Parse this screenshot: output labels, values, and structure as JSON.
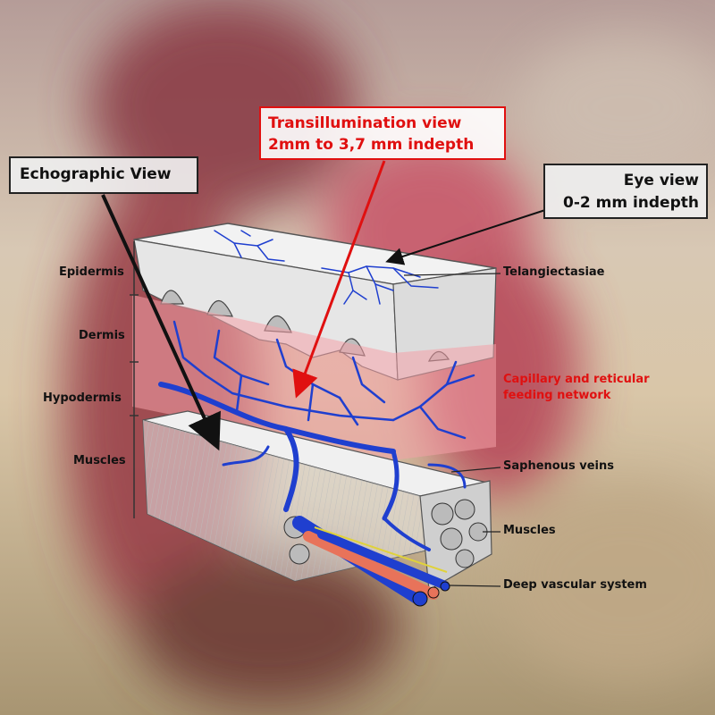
{
  "callouts": {
    "transillumination": {
      "line1": "Transillumination view",
      "line2": "2mm to 3,7 mm indepth"
    },
    "echographic": {
      "title": "Echographic View"
    },
    "eye": {
      "line1": "Eye view",
      "line2": "0-2 mm indepth"
    }
  },
  "layers_left": [
    "Epidermis",
    "Dermis",
    "Hypodermis",
    "Muscles"
  ],
  "structures_right": {
    "telangiectasiae": "Telangiectasiae",
    "capillary_line1": "Capillary and reticular",
    "capillary_line2": "feeding network",
    "saphenous": "Saphenous veins",
    "muscles": "Muscles",
    "deep": "Deep vascular system"
  },
  "colors": {
    "vein": "#1f3fcf",
    "artery": "#e8735a",
    "highlight_red": "#e01010",
    "pink_band": "#f4a0a8"
  }
}
